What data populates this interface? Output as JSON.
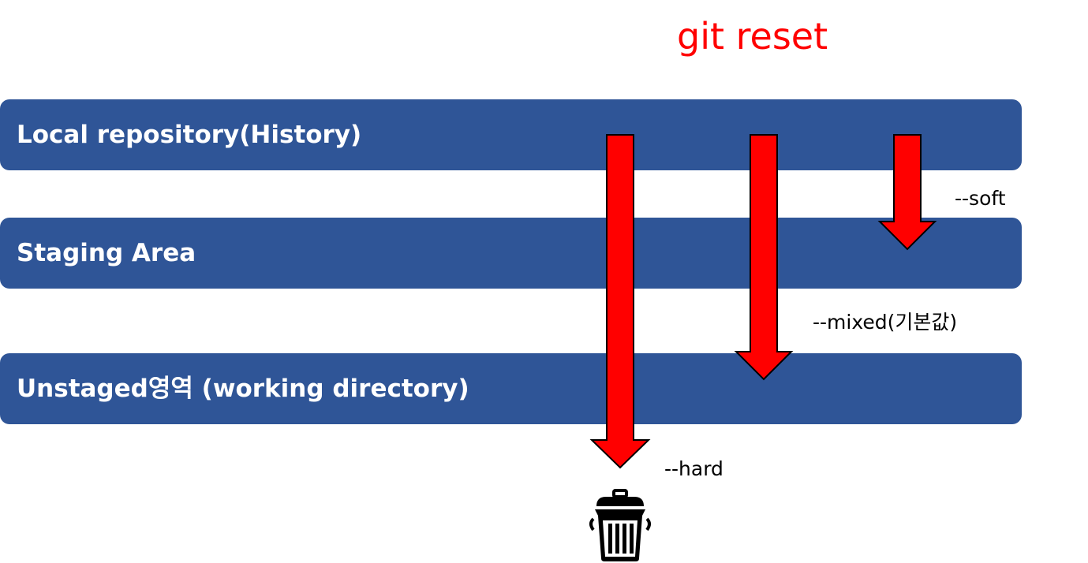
{
  "title": "git reset",
  "bands": {
    "local": "Local repository(History)",
    "staging": "Staging Area",
    "unstaged": "Unstaged영역 (working directory)"
  },
  "options": {
    "soft": "--soft",
    "mixed": "--mixed(기본값)",
    "hard": "--hard"
  },
  "colors": {
    "band": "#2f5597",
    "arrow": "#ff0000",
    "title": "#ff0000"
  },
  "icons": {
    "trash": "trash-can-icon"
  }
}
